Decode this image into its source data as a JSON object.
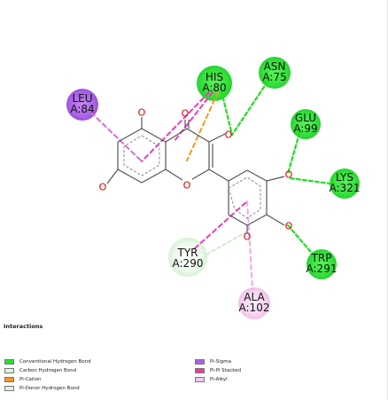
{
  "residues": [
    {
      "id": "his80",
      "chain_res": "HIS",
      "num": "A:80",
      "type": "conventional_hbond",
      "color": "#33e13a"
    },
    {
      "id": "asn75",
      "chain_res": "ASN",
      "num": "A:75",
      "type": "conventional_hbond",
      "color": "#33e13a"
    },
    {
      "id": "leu84",
      "chain_res": "LEU",
      "num": "A:84",
      "type": "pi_sigma",
      "color": "#a95fe6"
    },
    {
      "id": "glu99",
      "chain_res": "GLU",
      "num": "A:99",
      "type": "conventional_hbond",
      "color": "#33e13a"
    },
    {
      "id": "lys321",
      "chain_res": "LYS",
      "num": "A:321",
      "type": "conventional_hbond",
      "color": "#33e13a"
    },
    {
      "id": "tyr290",
      "chain_res": "TYR",
      "num": "A:290",
      "type": "pi_donor_hbond",
      "color": "#e8f8e8"
    },
    {
      "id": "trp291",
      "chain_res": "TRP",
      "num": "A:291",
      "type": "conventional_hbond",
      "color": "#33e13a"
    },
    {
      "id": "ala102",
      "chain_res": "ALA",
      "num": "A:102",
      "type": "pi_alkyl",
      "color": "#f6d2f0"
    }
  ],
  "atoms": {
    "oxygen": "O"
  },
  "bond_colors": {
    "conventional_hbond": "#22dd22",
    "pi_sigma": "#cc66cc",
    "pi_cation": "#f39a1f",
    "pi_donor_hbond": "#c8ecc8",
    "pi_pi_stacked": "#ff3dbd",
    "pi_alkyl": "#f2a8e8"
  },
  "legend": {
    "title": "Interactions",
    "items": [
      {
        "label": "Conventional Hydrogen Bond",
        "color": "#22e22a"
      },
      {
        "label": "Carbon Hydrogen Bond",
        "color": "#d8f8d8"
      },
      {
        "label": "Pi-Cation",
        "color": "#f39a1f"
      },
      {
        "label": "Pi-Donor Hydrogen Bond",
        "color": "#d8f8d8"
      },
      {
        "label": "Pi-Sigma",
        "color": "#a95fe6"
      },
      {
        "label": "Pi-Pi Stacked",
        "color": "#ee3c9d"
      },
      {
        "label": "Pi-Alkyl",
        "color": "#f9c9f2"
      }
    ]
  }
}
